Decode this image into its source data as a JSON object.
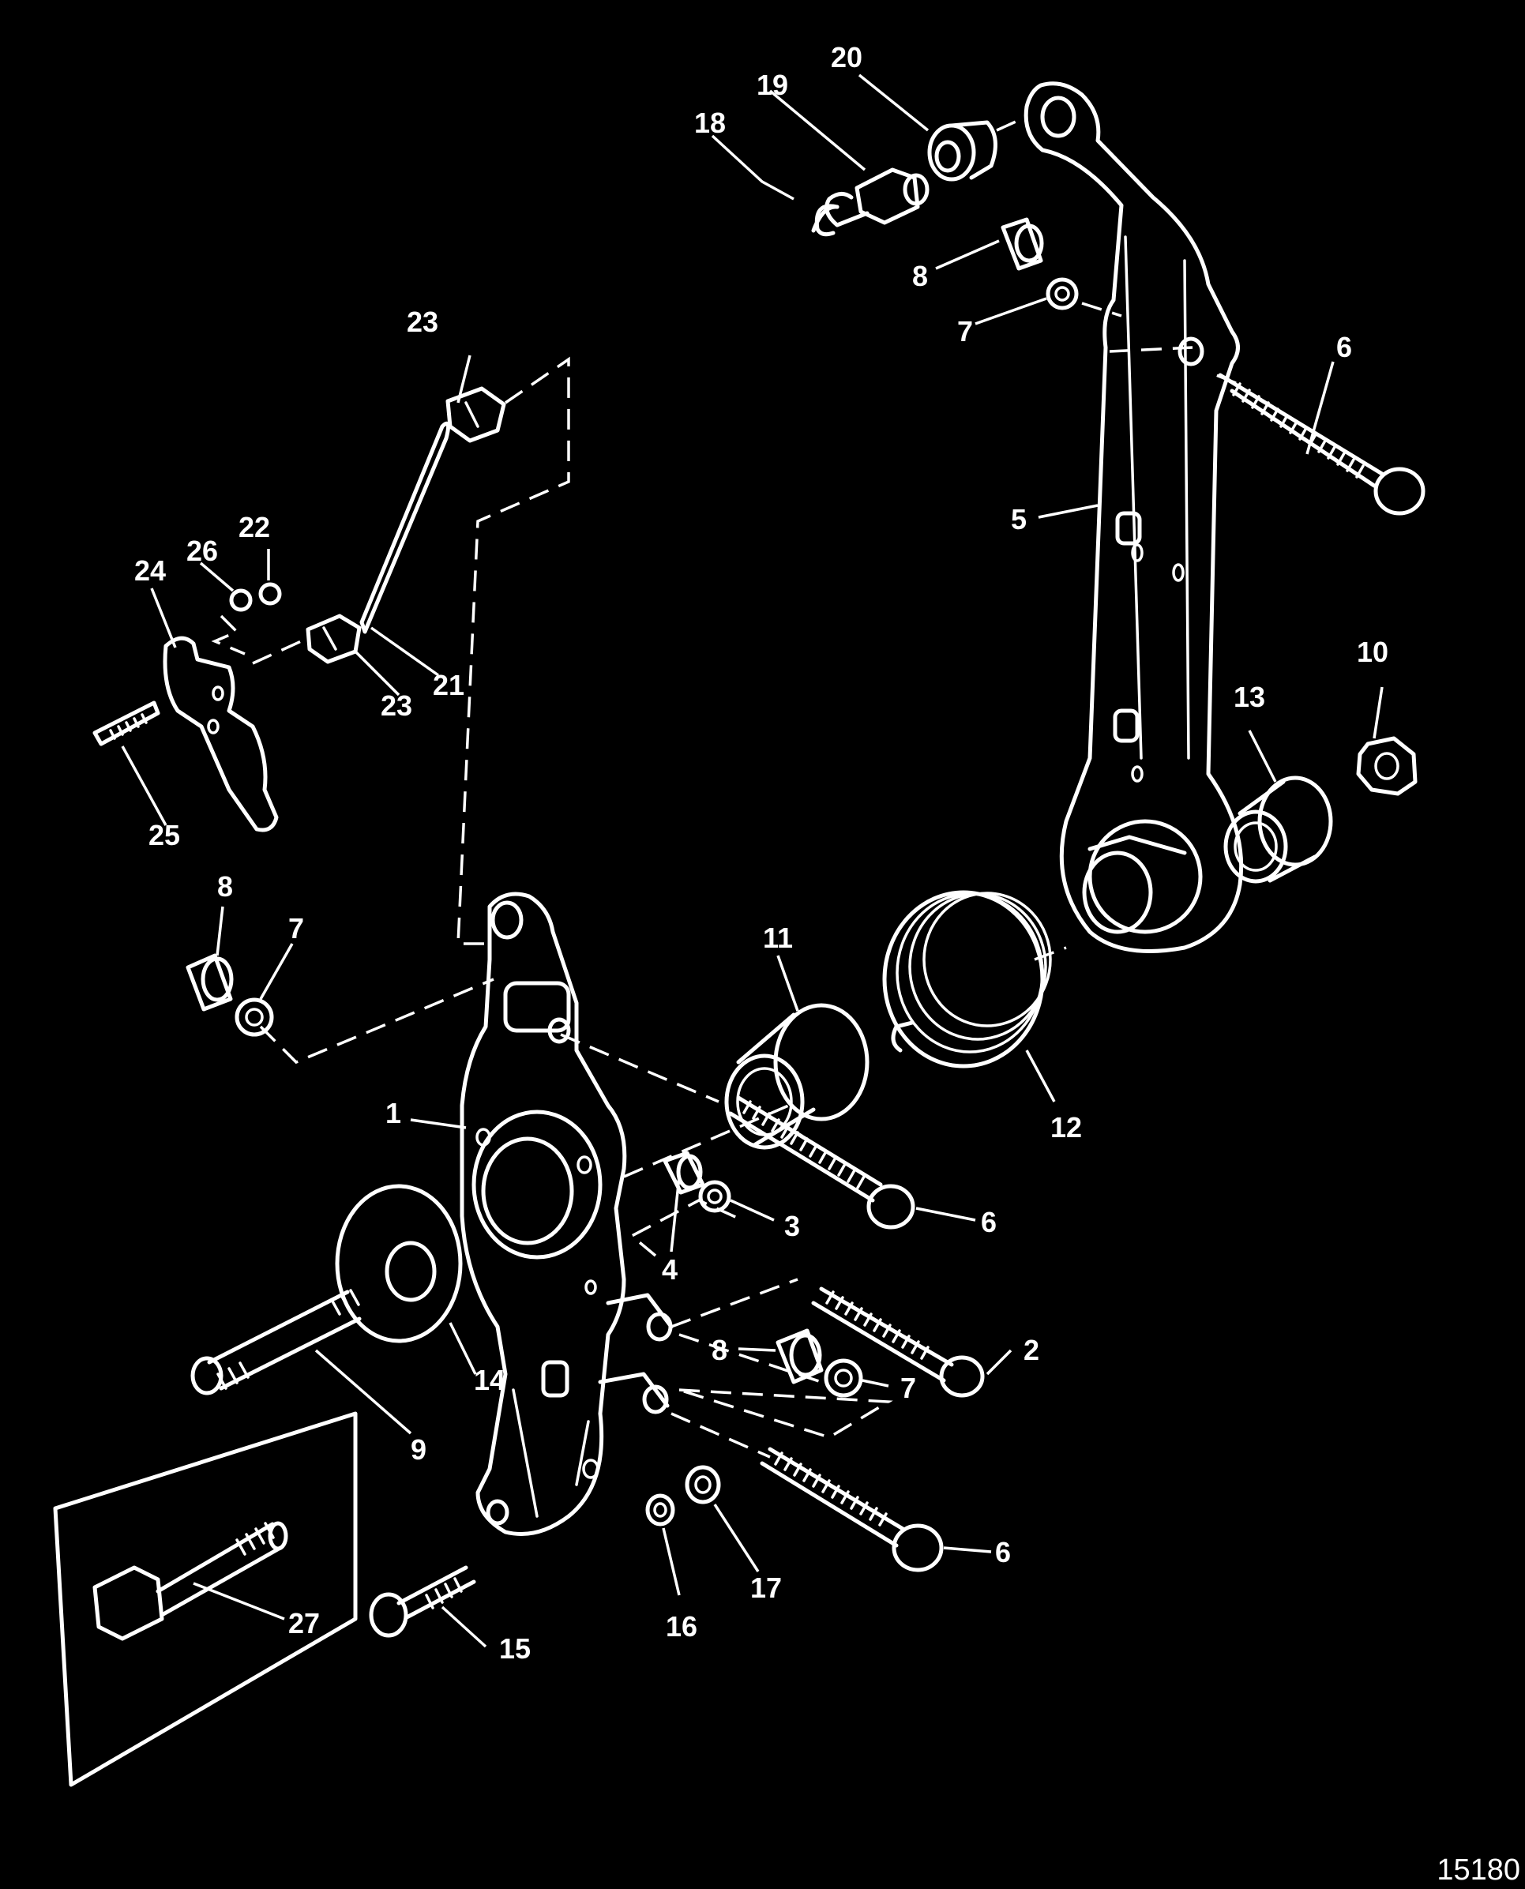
{
  "figure_id": "15180",
  "colors": {
    "background": "#000000",
    "line": "#ffffff"
  },
  "callouts": [
    {
      "id": "c20",
      "label": "20"
    },
    {
      "id": "c19",
      "label": "19"
    },
    {
      "id": "c18",
      "label": "18"
    },
    {
      "id": "c8a",
      "label": "8"
    },
    {
      "id": "c7a",
      "label": "7"
    },
    {
      "id": "c6a",
      "label": "6"
    },
    {
      "id": "c5",
      "label": "5"
    },
    {
      "id": "c23a",
      "label": "23"
    },
    {
      "id": "c22",
      "label": "22"
    },
    {
      "id": "c26",
      "label": "26"
    },
    {
      "id": "c24",
      "label": "24"
    },
    {
      "id": "c21",
      "label": "21"
    },
    {
      "id": "c23b",
      "label": "23"
    },
    {
      "id": "c25",
      "label": "25"
    },
    {
      "id": "c10",
      "label": "10"
    },
    {
      "id": "c13",
      "label": "13"
    },
    {
      "id": "c8b",
      "label": "8"
    },
    {
      "id": "c7b",
      "label": "7"
    },
    {
      "id": "c11",
      "label": "11"
    },
    {
      "id": "c12",
      "label": "12"
    },
    {
      "id": "c1",
      "label": "1"
    },
    {
      "id": "c6b",
      "label": "6"
    },
    {
      "id": "c4",
      "label": "4"
    },
    {
      "id": "c3",
      "label": "3"
    },
    {
      "id": "c2",
      "label": "2"
    },
    {
      "id": "c8c",
      "label": "8"
    },
    {
      "id": "c7c",
      "label": "7"
    },
    {
      "id": "c14",
      "label": "14"
    },
    {
      "id": "c9",
      "label": "9"
    },
    {
      "id": "c6c",
      "label": "6"
    },
    {
      "id": "c27",
      "label": "27"
    },
    {
      "id": "c17",
      "label": "17"
    },
    {
      "id": "c16",
      "label": "16"
    },
    {
      "id": "c15",
      "label": "15"
    }
  ]
}
